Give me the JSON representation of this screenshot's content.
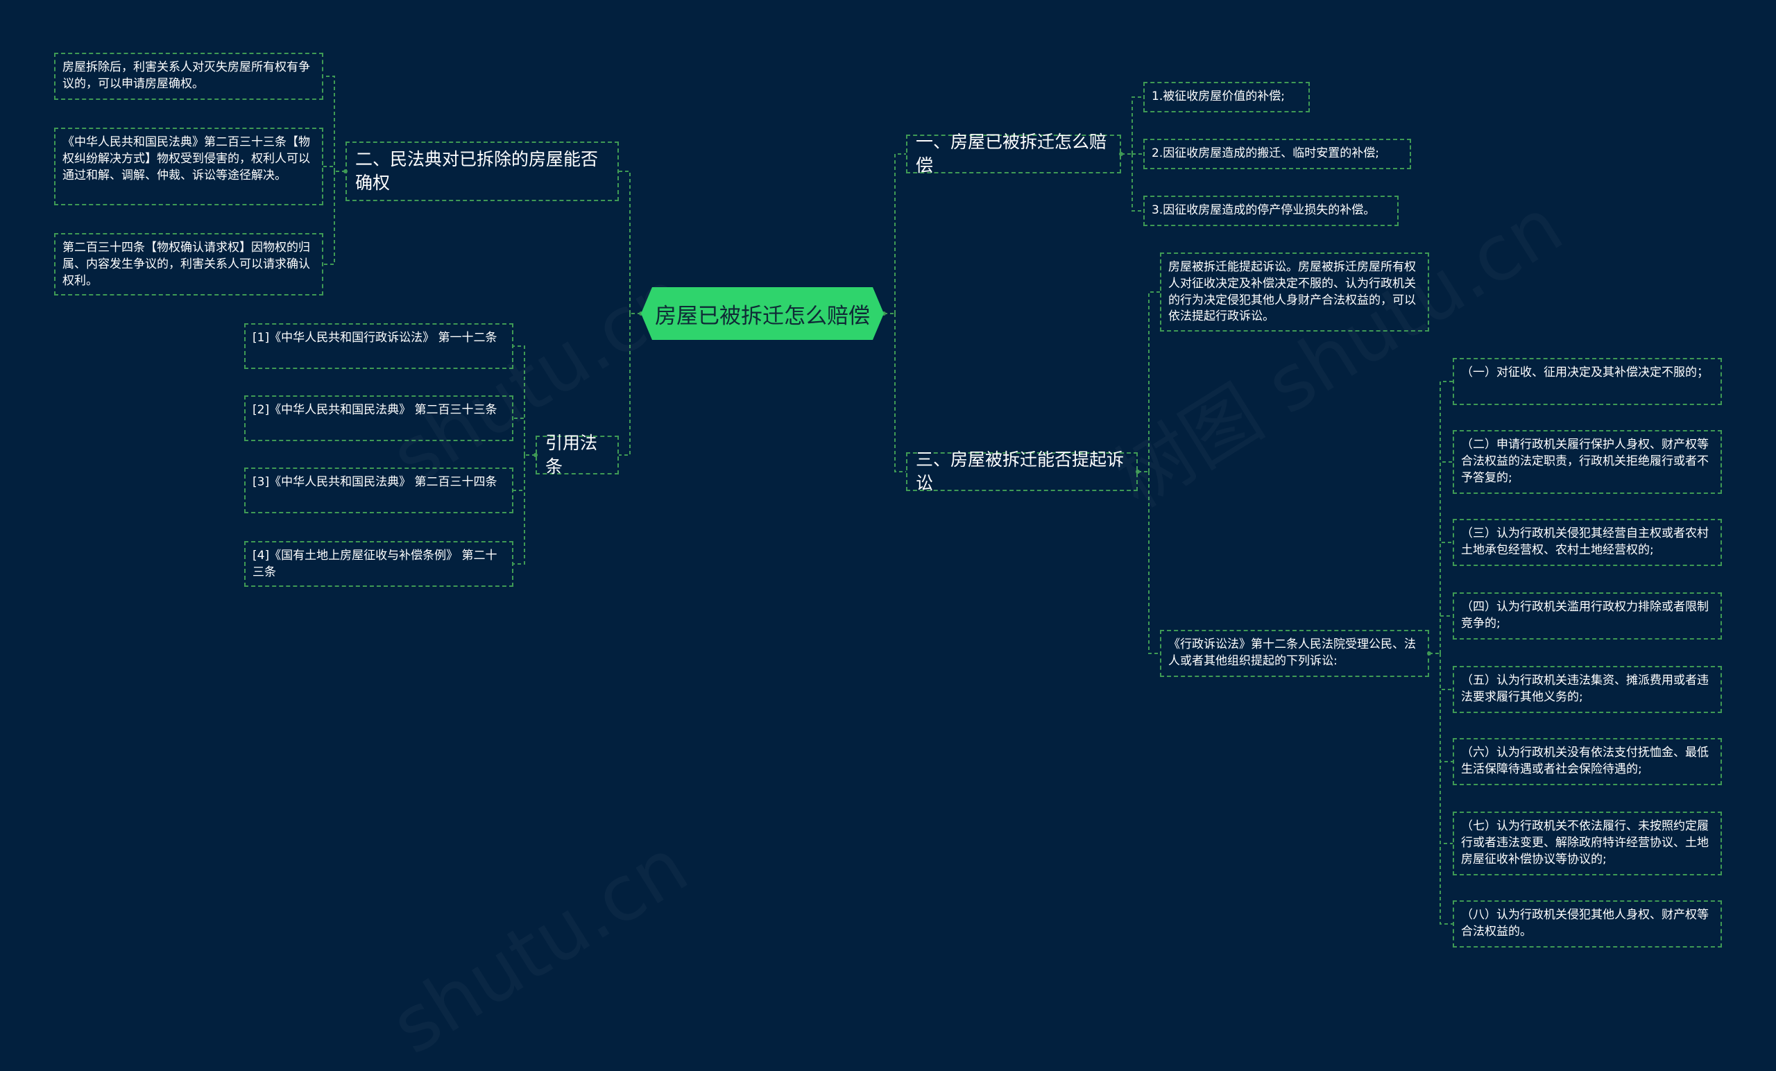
{
  "colors": {
    "background": "#02203e",
    "root": "#2fd46c",
    "line": "#3f9a55"
  },
  "root": {
    "label": "房屋已被拆迁怎么赔偿"
  },
  "branches": {
    "b1": {
      "label": "一、房屋已被拆迁怎么赔偿"
    },
    "b2": {
      "label": "二、民法典对已拆除的房屋能否确权"
    },
    "b3": {
      "label": "三、房屋被拆迁能否提起诉讼"
    },
    "b4": {
      "label": "引用法条"
    }
  },
  "leaves": {
    "b1_1": "1.被征收房屋价值的补偿;",
    "b1_2": "2.因征收房屋造成的搬迁、临时安置的补偿;",
    "b1_3": "3.因征收房屋造成的停产停业损失的补偿。",
    "b2_1": "房屋拆除后，利害关系人对灭失房屋所有权有争议的，可以申请房屋确权。",
    "b2_2": "《中华人民共和国民法典》第二百三十三条【物权纠纷解决方式】物权受到侵害的，权利人可以通过和解、调解、仲裁、诉讼等途径解决。",
    "b2_3": "第二百三十四条【物权确认请求权】因物权的归属、内容发生争议的，利害关系人可以请求确认权利。",
    "b3_1": "房屋被拆迁能提起诉讼。房屋被拆迁房屋所有权人对征收决定及补偿决定不服的、认为行政机关的行为决定侵犯其他人身财产合法权益的，可以依法提起行政诉讼。",
    "b3_2": "《行政诉讼法》第十二条人民法院受理公民、法人或者其他组织提起的下列诉讼:",
    "b3_2_1": "（一）对征收、征用决定及其补偿决定不服的；",
    "b3_2_2": "（二）申请行政机关履行保护人身权、财产权等合法权益的法定职责，行政机关拒绝履行或者不予答复的;",
    "b3_2_3": "（三）认为行政机关侵犯其经营自主权或者农村土地承包经营权、农村土地经营权的;",
    "b3_2_4": "（四）认为行政机关滥用行政权力排除或者限制竞争的;",
    "b3_2_5": "（五）认为行政机关违法集资、摊派费用或者违法要求履行其他义务的;",
    "b3_2_6": "（六）认为行政机关没有依法支付抚恤金、最低生活保障待遇或者社会保险待遇的;",
    "b3_2_7": "（七）认为行政机关不依法履行、未按照约定履行或者违法变更、解除政府特许经营协议、土地房屋征收补偿协议等协议的;",
    "b3_2_8": "（八）认为行政机关侵犯其他人身权、财产权等合法权益的。",
    "b4_1": "[1]《中华人民共和国行政诉讼法》 第一十二条",
    "b4_2": "[2]《中华人民共和国民法典》 第二百三十三条",
    "b4_3": "[3]《中华人民共和国民法典》 第二百三十四条",
    "b4_4": "[4]《国有土地上房屋征收与补偿条例》 第二十三条"
  }
}
